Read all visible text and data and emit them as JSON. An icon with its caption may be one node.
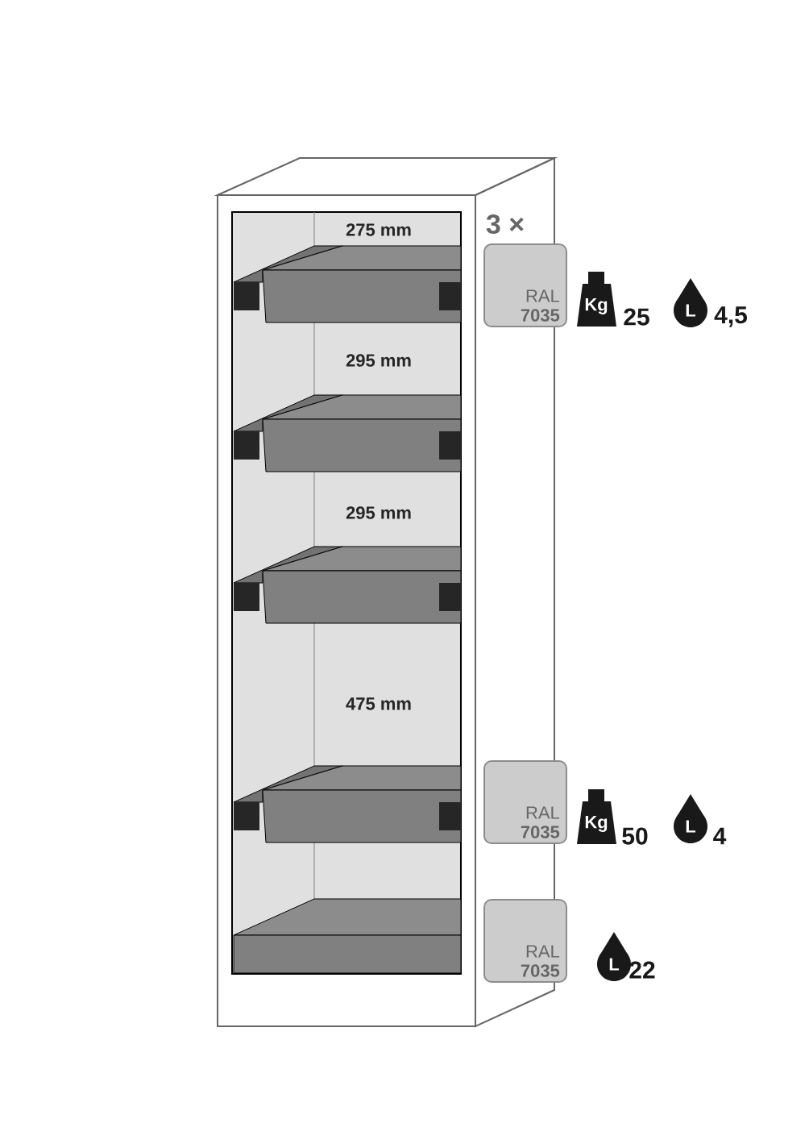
{
  "diagram": {
    "nodes": [
      {
        "text": [
          "RAL **7035**"
        ]
      },
      {
        "text": [
          "Kg"
        ]
      },
      {
        "text": [
          "L"
        ]
      },
      {
        "text": [
          "RAL **7035**"
        ]
      },
      {
        "text": [
          "Kg"
        ]
      },
      {
        "text": [
          "L"
        ]
      },
      {
        "text": [
          "RAL **7035**"
        ]
      },
      {
        "text": [
          "L"
        ]
      }
    ],
    "labels": [
      "3 ×",
      "275 mm",
      "25",
      "4,5",
      "295 mm",
      "295 mm",
      "475 mm",
      "50",
      "4",
      "22"
    ]
  }
}
